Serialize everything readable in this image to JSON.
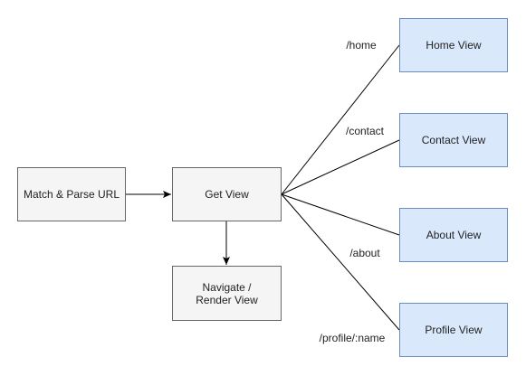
{
  "colors": {
    "neutral_fill": "#f5f5f5",
    "neutral_stroke": "#666666",
    "route_fill": "#dae8fc",
    "route_stroke": "#6c8ebf",
    "edge": "#000000",
    "text": "#222222"
  },
  "nodes": {
    "match_parse": {
      "label": "Match & Parse URL"
    },
    "get_view": {
      "label": "Get View"
    },
    "navigate_render": {
      "label": "Navigate / Render View"
    },
    "home_view": {
      "label": "Home View"
    },
    "contact_view": {
      "label": "Contact View"
    },
    "about_view": {
      "label": "About View"
    },
    "profile_view": {
      "label": "Profile View"
    }
  },
  "edges": {
    "home": {
      "label": "/home"
    },
    "contact": {
      "label": "/contact"
    },
    "about": {
      "label": "/about"
    },
    "profile": {
      "label": "/profile/:name"
    }
  }
}
